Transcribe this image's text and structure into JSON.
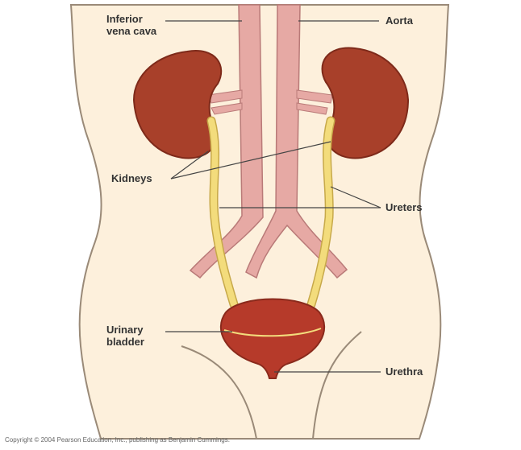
{
  "labels": {
    "inferior_vena_cava_line1": "Inferior",
    "inferior_vena_cava_line2": "vena cava",
    "aorta": "Aorta",
    "kidneys": "Kidneys",
    "ureters": "Ureters",
    "urinary_bladder_line1": "Urinary",
    "urinary_bladder_line2": "bladder",
    "urethra": "Urethra"
  },
  "copyright": "Copyright © 2004 Pearson Education, Inc., publishing as Benjamin Cummings.",
  "colors": {
    "body_fill": "#fdf0dc",
    "body_outline": "#9a8a78",
    "kidney": "#a8402a",
    "kidney_shadow": "#7e2a1a",
    "vessel": "#e6a9a4",
    "vessel_outline": "#b97a78",
    "ureter": "#f3dc7c",
    "bladder": "#b63a2a",
    "leader_line": "#444444"
  }
}
